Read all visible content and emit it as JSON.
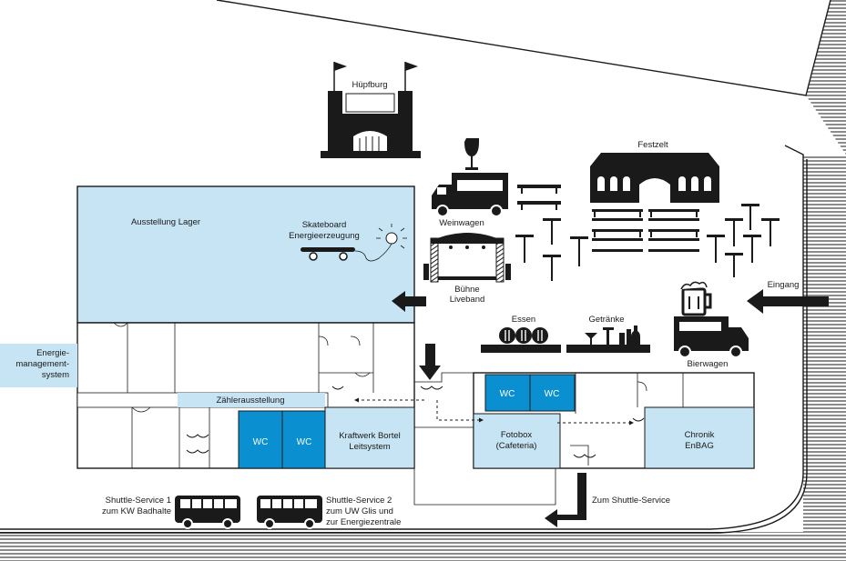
{
  "colors": {
    "light_blue": "#c6e4f3",
    "wc_blue": "#0a8fd0",
    "dark": "#1a1a1a",
    "hatch": "#1a1a1a"
  },
  "labels": {
    "huepfburg": "Hüpfburg",
    "festzelt": "Festzelt",
    "weinwagen": "Weinwagen",
    "buehne_1": "Bühne",
    "buehne_2": "Liveband",
    "ausstellung_lager": "Ausstellung Lager",
    "skateboard_1": "Skateboard",
    "skateboard_2": "Energieerzeugung",
    "eingang": "Eingang",
    "bierwagen": "Bierwagen",
    "essen": "Essen",
    "getraenke": "Getränke",
    "ems_1": "Energie-",
    "ems_2": "management-",
    "ems_3": "system",
    "zaehler": "Zählerausstellung",
    "wc": "WC",
    "kraftwerk_1": "Kraftwerk Bortel",
    "kraftwerk_2": "Leitsystem",
    "fotobox_1": "Fotobox",
    "fotobox_2": "(Cafeteria)",
    "chronik_1": "Chronik",
    "chronik_2": "EnBAG",
    "zum_shuttle": "Zum Shuttle-Service",
    "shuttle1_1": "Shuttle-Service 1",
    "shuttle1_2": "zum KW Badhalte",
    "shuttle2_1": "Shuttle-Service 2",
    "shuttle2_2": "zum UW Glis und",
    "shuttle2_3": "zur Energiezentrale"
  },
  "icons": [
    "bouncy-castle-icon",
    "festival-tent-icon",
    "wine-truck-icon",
    "stage-icon",
    "skateboard-icon",
    "light-bulb-icon",
    "beer-truck-icon",
    "food-icon",
    "drinks-icon",
    "bus-icon",
    "arrow-icon",
    "door-icon"
  ]
}
